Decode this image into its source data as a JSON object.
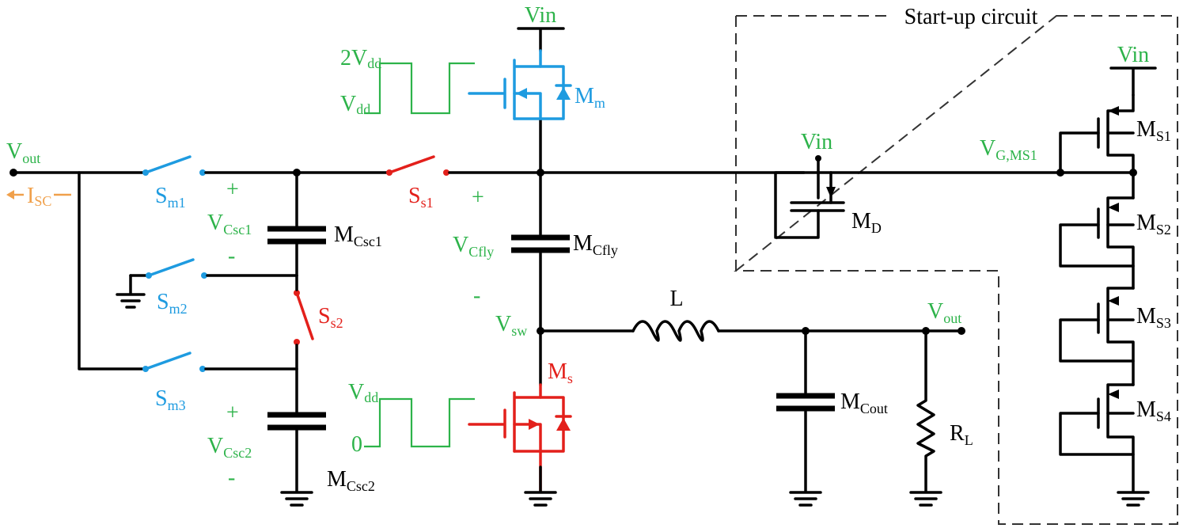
{
  "colors": {
    "wire": "#000000",
    "main_switch": "#1e9be0",
    "sync_switch": "#e3201b",
    "signal_label": "#2db34a",
    "current_label": "#f0a04b"
  },
  "labels": {
    "vin_top": "Vin",
    "vin_md": "Vin",
    "vin_startup": "Vin",
    "vout_left": {
      "main": "V",
      "sub": "out"
    },
    "vout_right": {
      "main": "V",
      "sub": "out"
    },
    "isc": {
      "main": "I",
      "sub": "SC"
    },
    "sm1": {
      "main": "S",
      "sub": "m1"
    },
    "sm2": {
      "main": "S",
      "sub": "m2"
    },
    "sm3": {
      "main": "S",
      "sub": "m3"
    },
    "ss1": {
      "main": "S",
      "sub": "s1"
    },
    "ss2": {
      "main": "S",
      "sub": "s2"
    },
    "vcsc1": {
      "main": "V",
      "sub": "Csc1"
    },
    "vcsc2": {
      "main": "V",
      "sub": "Csc2"
    },
    "vcfly": {
      "main": "V",
      "sub": "Cfly"
    },
    "mcsc1": {
      "main": "M",
      "sub": "Csc1"
    },
    "mcsc2": {
      "main": "M",
      "sub": "Csc2"
    },
    "mcfly": {
      "main": "M",
      "sub": "Cfly"
    },
    "mcout": {
      "main": "M",
      "sub": "Cout"
    },
    "mm": {
      "main": "M",
      "sub": "m"
    },
    "ms": {
      "main": "M",
      "sub": "s"
    },
    "md": {
      "main": "M",
      "sub": "D"
    },
    "ms1": {
      "main": "M",
      "sub": "S1"
    },
    "ms2": {
      "main": "M",
      "sub": "S2"
    },
    "ms3": {
      "main": "M",
      "sub": "S3"
    },
    "ms4": {
      "main": "M",
      "sub": "S4"
    },
    "vg_ms1": {
      "main": "V",
      "sub": "G,MS1"
    },
    "vsw": {
      "main": "V",
      "sub": "sw"
    },
    "inductor": "L",
    "rl": {
      "main": "R",
      "sub": "L"
    },
    "startup_title": "Start-up circuit",
    "plus": "+",
    "minus": "-",
    "gate_high_top": {
      "main": "2V",
      "sub": "dd"
    },
    "gate_low_top": {
      "main": "V",
      "sub": "dd"
    },
    "gate_high_bottom": {
      "main": "V",
      "sub": "dd"
    },
    "gate_low_bottom": "0"
  }
}
